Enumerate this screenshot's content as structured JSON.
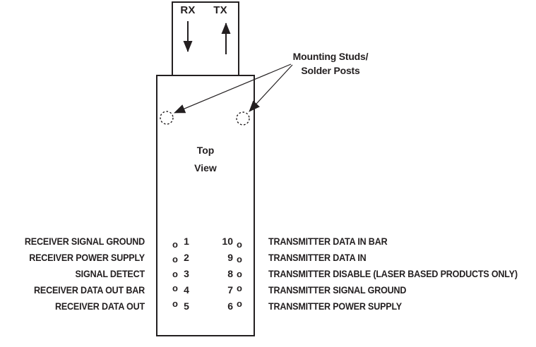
{
  "diagram": {
    "connector": {
      "rx_label": "RX",
      "tx_label": "TX"
    },
    "mounting_note": {
      "line1": "Mounting Studs/",
      "line2": "Solder Posts"
    },
    "view_label": {
      "line1": "Top",
      "line2": "View"
    },
    "pin_marker": "o",
    "pins": [
      {
        "left_num": "1",
        "right_num": "10",
        "left_label": "RECEIVER SIGNAL GROUND",
        "right_label": "TRANSMITTER DATA IN BAR"
      },
      {
        "left_num": "2",
        "right_num": "9",
        "left_label": "RECEIVER POWER SUPPLY",
        "right_label": "TRANSMITTER DATA IN"
      },
      {
        "left_num": "3",
        "right_num": "8",
        "left_label": "SIGNAL DETECT",
        "right_label": "TRANSMITTER DISABLE (LASER BASED PRODUCTS ONLY)"
      },
      {
        "left_num": "4",
        "right_num": "7",
        "left_label": "RECEIVER DATA OUT BAR",
        "right_label": "TRANSMITTER SIGNAL GROUND"
      },
      {
        "left_num": "5",
        "right_num": "6",
        "left_label": "RECEIVER DATA OUT",
        "right_label": "TRANSMITTER POWER SUPPLY"
      }
    ],
    "colors": {
      "ink": "#231f20",
      "background": "#ffffff"
    }
  }
}
